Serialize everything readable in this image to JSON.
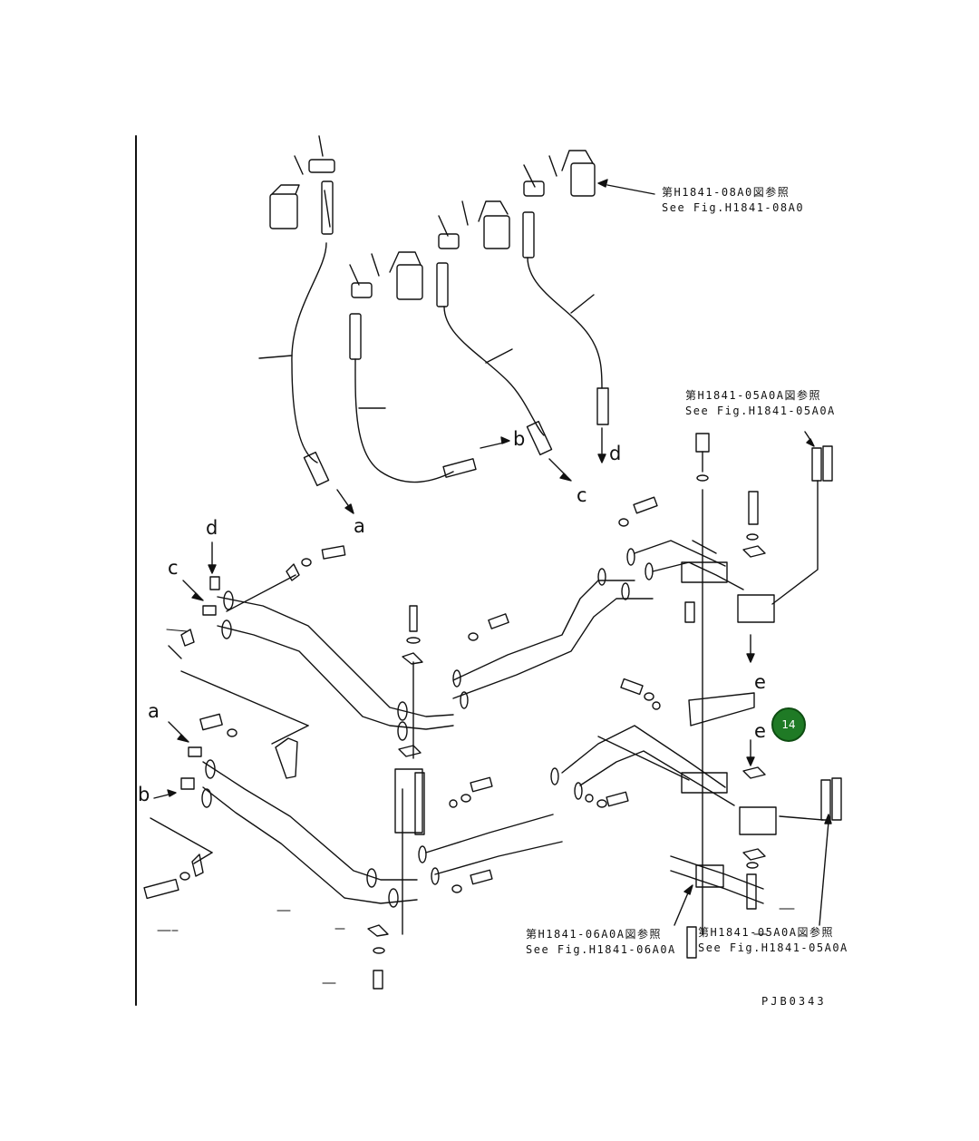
{
  "references": [
    {
      "jp": "第H1841-08A0図参照",
      "en": "See Fig.H1841-08A0"
    },
    {
      "jp": "第H1841-05A0A図参照",
      "en": "See Fig.H1841-05A0A"
    },
    {
      "jp": "第H1841-06A0A図参照",
      "en": "See Fig.H1841-06A0A"
    },
    {
      "jp": "第H1841-05A0A図参照",
      "en": "See Fig.H1841-05A0A"
    }
  ],
  "connection_labels": [
    "a",
    "b",
    "c",
    "d",
    "e"
  ],
  "drawing_code": "PJB0343",
  "callout_badge": {
    "number": "14",
    "color": "#1f7a25"
  }
}
